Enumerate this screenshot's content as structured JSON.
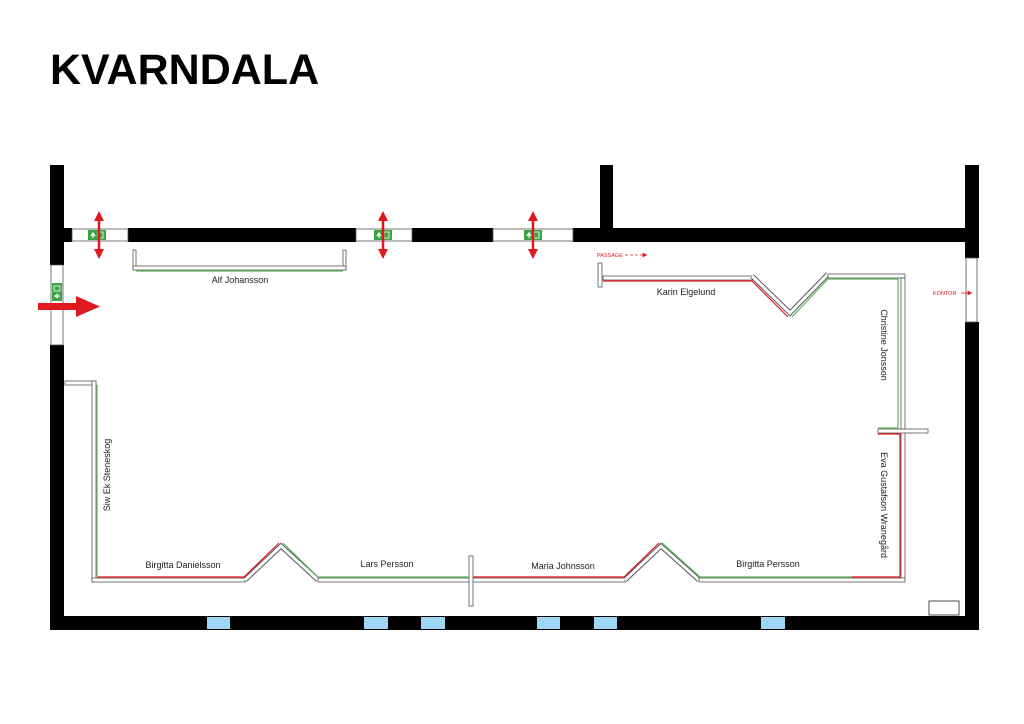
{
  "title": "KVARNDALA",
  "exhibitors": {
    "alf": "Alf Johansson",
    "karin": "Karin Elgelund",
    "christine": "Christine Jonsson",
    "eva": "Eva Gustafson Wranegård",
    "siw": "Siw Ek Steneskog",
    "birgitta_d": "Birgitta Danielsson",
    "lars": "Lars Persson",
    "maria": "Maria Johnsson",
    "birgitta_p": "Birgitta Persson"
  },
  "markers": {
    "passage": "PASSAGE",
    "kontor": "KONTOR"
  },
  "colors": {
    "wall": "#000000",
    "window": "#9fd6f5",
    "exit_sign": "#3aa544",
    "arrow": "#e0191e",
    "green_line": "#5cb85c",
    "red_line": "#e0191e"
  }
}
